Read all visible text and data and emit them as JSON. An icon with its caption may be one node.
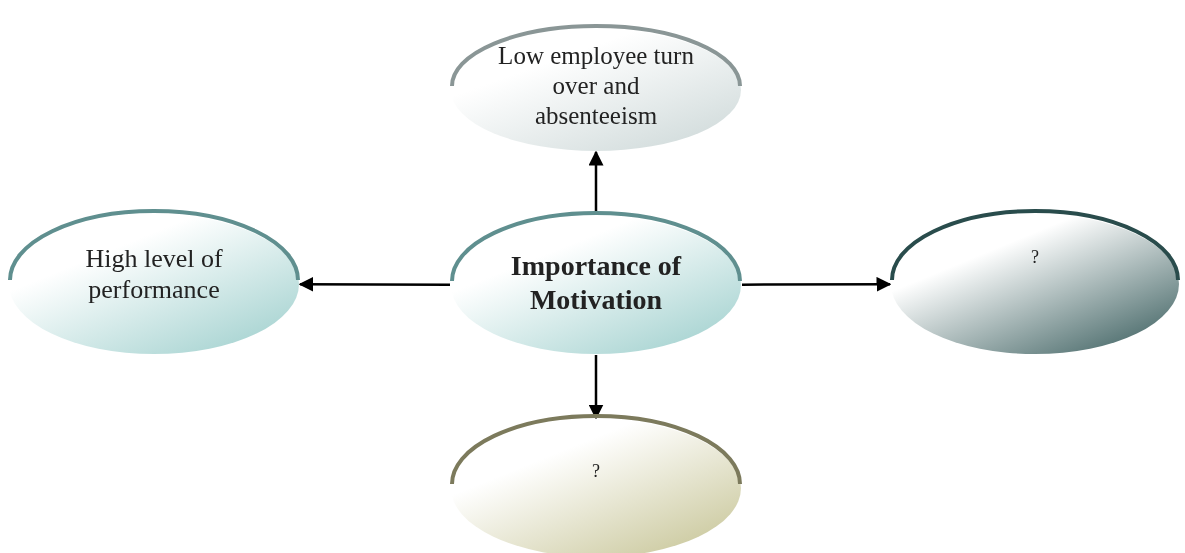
{
  "diagram": {
    "nodes": [
      {
        "text": [
          "Importance of Motivation"
        ]
      },
      {
        "text": [
          "Low employee turn over and absenteeism"
        ]
      },
      {
        "text": [
          "High level of performance"
        ]
      },
      {
        "text": [
          "?"
        ]
      },
      {
        "text": [
          "?"
        ]
      }
    ],
    "edges": [
      {
        "from": 0,
        "to": 1,
        "arrow": "to"
      },
      {
        "from": 0,
        "to": 2,
        "arrow": "to"
      },
      {
        "from": 0,
        "to": 3,
        "arrow": "to"
      },
      {
        "from": 0,
        "to": 4,
        "arrow": "to"
      }
    ]
  }
}
